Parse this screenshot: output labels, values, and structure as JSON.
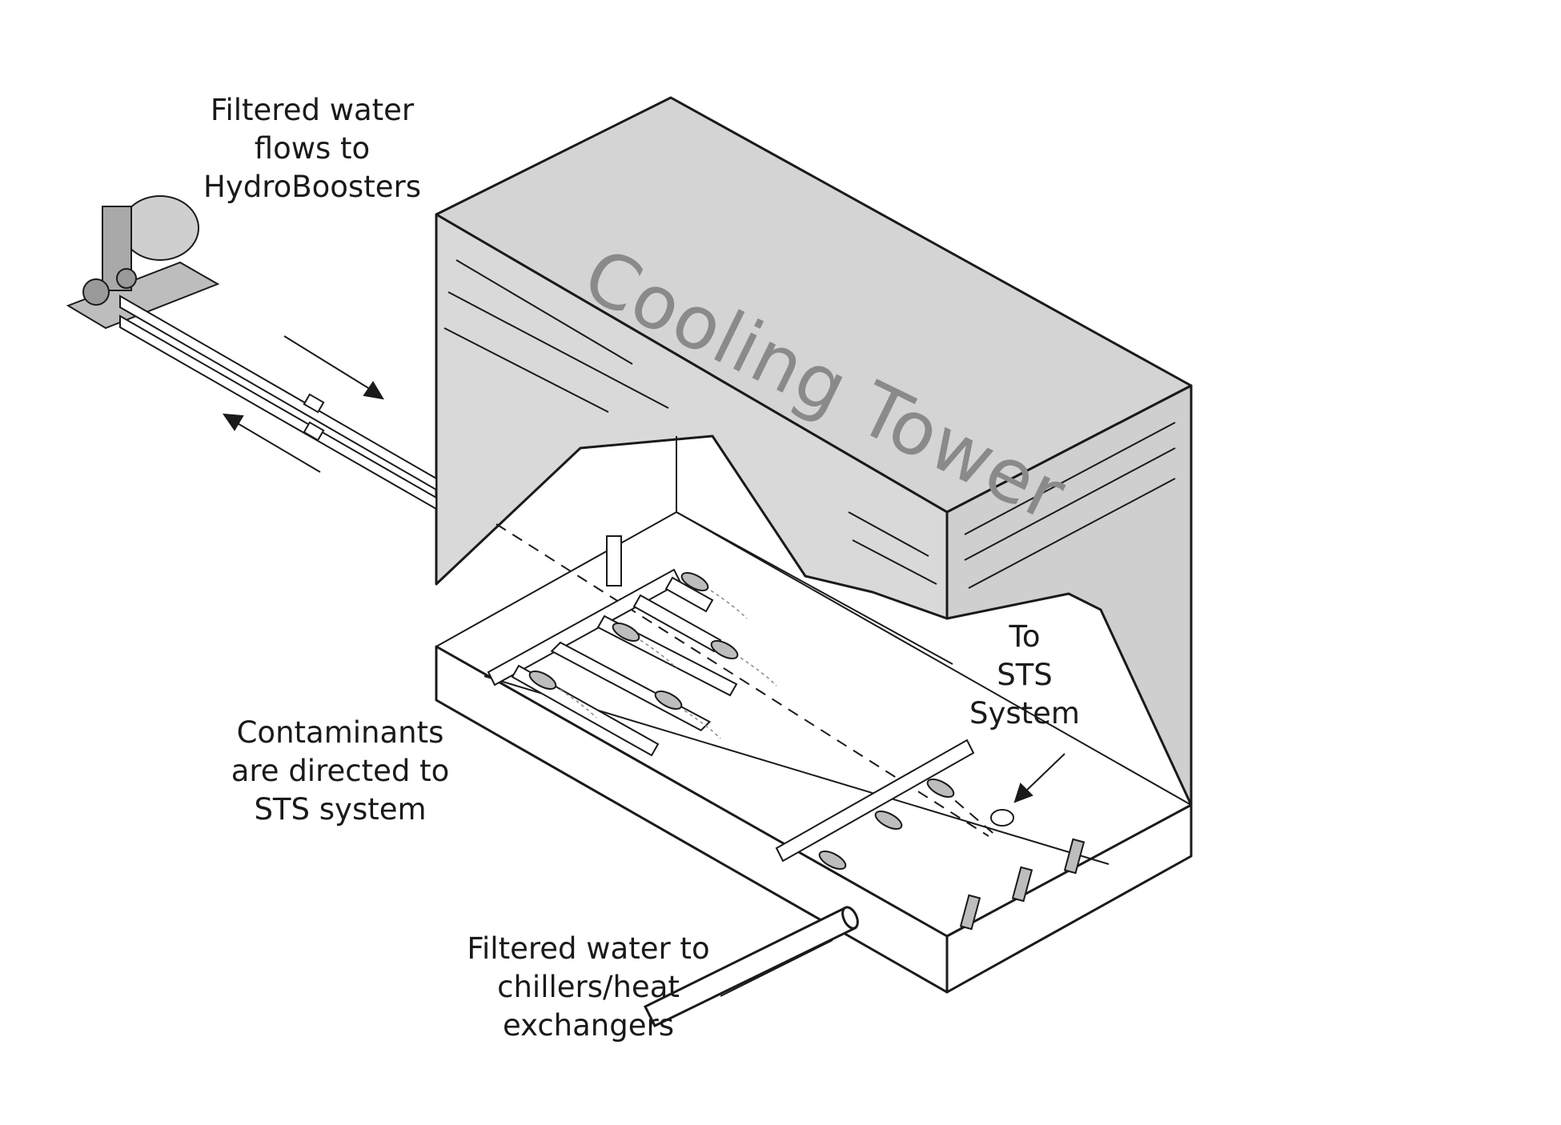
{
  "diagram": {
    "tower_title": "Cooling Tower",
    "labels": {
      "filter_flow": [
        "Filtered water",
        "flows to",
        "HydroBoosters"
      ],
      "sts": [
        "To",
        "STS",
        "System"
      ],
      "contaminants": [
        "Contaminants",
        "are directed to",
        "STS system"
      ],
      "filtered_out": [
        "Filtered water to",
        "chillers/heat",
        "exchangers"
      ]
    },
    "colors": {
      "panel_fill": "#d9d9d9",
      "line": "#1a1a1a",
      "title_text": "#8a8a8a",
      "background": "#ffffff"
    }
  }
}
